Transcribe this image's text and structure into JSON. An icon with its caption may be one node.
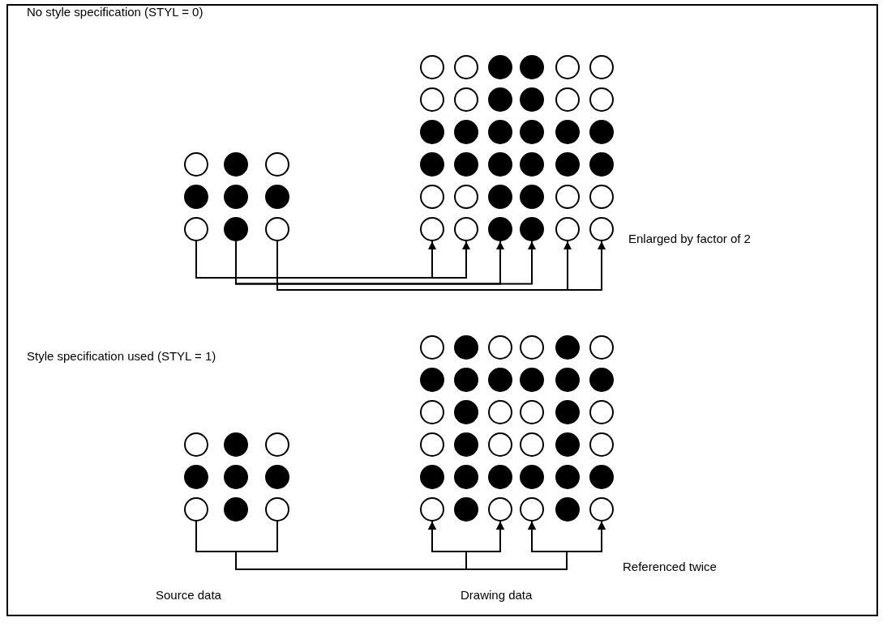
{
  "diagram": {
    "nodes": [
      {
        "text": [],
        "shape": "circle"
      },
      {
        "text": [],
        "shape": "dot"
      },
      {
        "text": [],
        "shape": "circle"
      },
      {
        "text": [],
        "shape": "dot"
      },
      {
        "text": [],
        "shape": "dot"
      },
      {
        "text": [],
        "shape": "dot"
      },
      {
        "text": [],
        "shape": "circle"
      },
      {
        "text": [],
        "shape": "dot"
      },
      {
        "text": [],
        "shape": "circle"
      },
      {
        "text": [],
        "shape": "circle"
      },
      {
        "text": [],
        "shape": "circle"
      },
      {
        "text": [],
        "shape": "dot"
      },
      {
        "text": [],
        "shape": "dot"
      },
      {
        "text": [],
        "shape": "circle"
      },
      {
        "text": [],
        "shape": "circle"
      },
      {
        "text": [],
        "shape": "circle"
      },
      {
        "text": [],
        "shape": "circle"
      },
      {
        "text": [],
        "shape": "dot"
      },
      {
        "text": [],
        "shape": "dot"
      },
      {
        "text": [],
        "shape": "circle"
      },
      {
        "text": [],
        "shape": "circle"
      },
      {
        "text": [],
        "shape": "dot"
      },
      {
        "text": [],
        "shape": "dot"
      },
      {
        "text": [],
        "shape": "dot"
      },
      {
        "text": [],
        "shape": "dot"
      },
      {
        "text": [],
        "shape": "dot"
      },
      {
        "text": [],
        "shape": "dot"
      },
      {
        "text": [],
        "shape": "dot"
      },
      {
        "text": [],
        "shape": "dot"
      },
      {
        "text": [],
        "shape": "dot"
      },
      {
        "text": [],
        "shape": "dot"
      },
      {
        "text": [],
        "shape": "dot"
      },
      {
        "text": [],
        "shape": "dot"
      },
      {
        "text": [],
        "shape": "circle"
      },
      {
        "text": [],
        "shape": "circle"
      },
      {
        "text": [],
        "shape": "dot"
      },
      {
        "text": [],
        "shape": "dot"
      },
      {
        "text": [],
        "shape": "circle"
      },
      {
        "text": [],
        "shape": "circle"
      },
      {
        "text": [],
        "shape": "circle"
      },
      {
        "text": [],
        "shape": "circle"
      },
      {
        "text": [],
        "shape": "dot"
      },
      {
        "text": [],
        "shape": "dot"
      },
      {
        "text": [],
        "shape": "circle"
      },
      {
        "text": [],
        "shape": "circle"
      },
      {
        "text": [],
        "shape": "circle"
      },
      {
        "text": [],
        "shape": "dot"
      },
      {
        "text": [],
        "shape": "circle"
      },
      {
        "text": [],
        "shape": "dot"
      },
      {
        "text": [],
        "shape": "dot"
      },
      {
        "text": [],
        "shape": "dot"
      },
      {
        "text": [],
        "shape": "circle"
      },
      {
        "text": [],
        "shape": "dot"
      },
      {
        "text": [],
        "shape": "circle"
      },
      {
        "text": [],
        "shape": "circle"
      },
      {
        "text": [],
        "shape": "dot"
      },
      {
        "text": [],
        "shape": "circle"
      },
      {
        "text": [],
        "shape": "circle"
      },
      {
        "text": [],
        "shape": "dot"
      },
      {
        "text": [],
        "shape": "circle"
      },
      {
        "text": [],
        "shape": "dot"
      },
      {
        "text": [],
        "shape": "dot"
      },
      {
        "text": [],
        "shape": "dot"
      },
      {
        "text": [],
        "shape": "dot"
      },
      {
        "text": [],
        "shape": "dot"
      },
      {
        "text": [],
        "shape": "dot"
      },
      {
        "text": [],
        "shape": "circle"
      },
      {
        "text": [],
        "shape": "dot"
      },
      {
        "text": [],
        "shape": "circle"
      },
      {
        "text": [],
        "shape": "circle"
      },
      {
        "text": [],
        "shape": "dot"
      },
      {
        "text": [],
        "shape": "circle"
      },
      {
        "text": [],
        "shape": "circle"
      },
      {
        "text": [],
        "shape": "dot"
      },
      {
        "text": [],
        "shape": "circle"
      },
      {
        "text": [],
        "shape": "circle"
      },
      {
        "text": [],
        "shape": "dot"
      },
      {
        "text": [],
        "shape": "circle"
      },
      {
        "text": [],
        "shape": "dot"
      },
      {
        "text": [],
        "shape": "dot"
      },
      {
        "text": [],
        "shape": "dot"
      },
      {
        "text": [],
        "shape": "dot"
      },
      {
        "text": [],
        "shape": "dot"
      },
      {
        "text": [],
        "shape": "dot"
      },
      {
        "text": [],
        "shape": "circle"
      },
      {
        "text": [],
        "shape": "dot"
      },
      {
        "text": [],
        "shape": "circle"
      },
      {
        "text": [],
        "shape": "circle"
      },
      {
        "text": [],
        "shape": "dot"
      },
      {
        "text": [],
        "shape": "circle"
      }
    ],
    "edges": [
      {
        "from": 6,
        "to": 39,
        "arrow": "to"
      },
      {
        "from": 6,
        "to": 40,
        "arrow": "to"
      },
      {
        "from": 7,
        "to": 41,
        "arrow": "to"
      },
      {
        "from": 7,
        "to": 42,
        "arrow": "to"
      },
      {
        "from": 8,
        "to": 43,
        "arrow": "to"
      },
      {
        "from": 8,
        "to": 44,
        "arrow": "to"
      },
      {
        "from": 51,
        "to": 84,
        "arrow": "to"
      },
      {
        "from": 51,
        "to": 86,
        "arrow": "to"
      },
      {
        "from": 51,
        "to": 87,
        "arrow": "to"
      },
      {
        "from": 51,
        "to": 89,
        "arrow": "to"
      },
      {
        "from": 53,
        "to": 84,
        "arrow": "to"
      },
      {
        "from": 53,
        "to": 86,
        "arrow": "to"
      },
      {
        "from": 53,
        "to": 87,
        "arrow": "to"
      },
      {
        "from": 53,
        "to": 89,
        "arrow": "to"
      }
    ],
    "labels": [
      "No style specification (STYL = 0)",
      "Enlarged by factor of 2",
      "Style specification used (STYL = 1)",
      "Referenced twice",
      "Source data",
      "Drawing data"
    ]
  }
}
